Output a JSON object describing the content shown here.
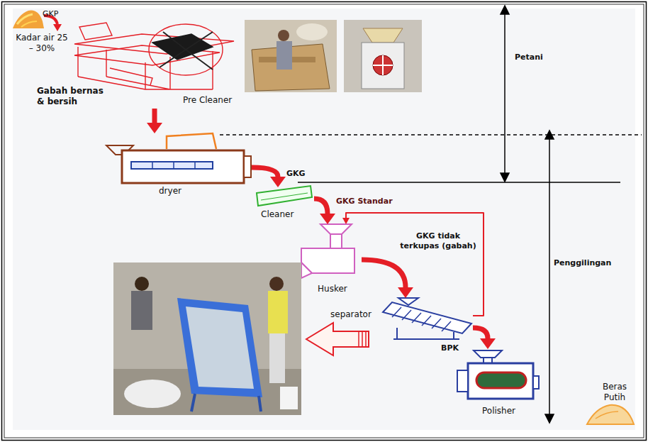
{
  "diagram": {
    "nodes": [
      {
        "text": [
          "Pre Cleaner"
        ]
      },
      {
        "text": [
          "dryer"
        ]
      },
      {
        "text": [
          "Cleaner"
        ]
      },
      {
        "text": [
          "Husker"
        ]
      },
      {
        "text": [
          "separator"
        ]
      },
      {
        "text": [
          "Polisher"
        ]
      }
    ],
    "edges": [
      {
        "from": 0,
        "to": 1,
        "arrow": "to",
        "label": "Gabah bernas & bersih"
      },
      {
        "from": 1,
        "to": 2,
        "arrow": "to",
        "label": "GKG"
      },
      {
        "from": 2,
        "to": 3,
        "arrow": "to",
        "label": "GKG Standar"
      },
      {
        "from": 3,
        "to": 4,
        "arrow": "to"
      },
      {
        "from": 4,
        "to": 3,
        "arrow": "to",
        "label": "GKG tidak terkupas (gabah)"
      },
      {
        "from": 4,
        "to": 5,
        "arrow": "to",
        "label": "BPK"
      }
    ],
    "labels": [
      "GKP",
      "Kadar air 25 – 30%",
      "Petani",
      "Penggilingan",
      "Beras Putih"
    ]
  }
}
